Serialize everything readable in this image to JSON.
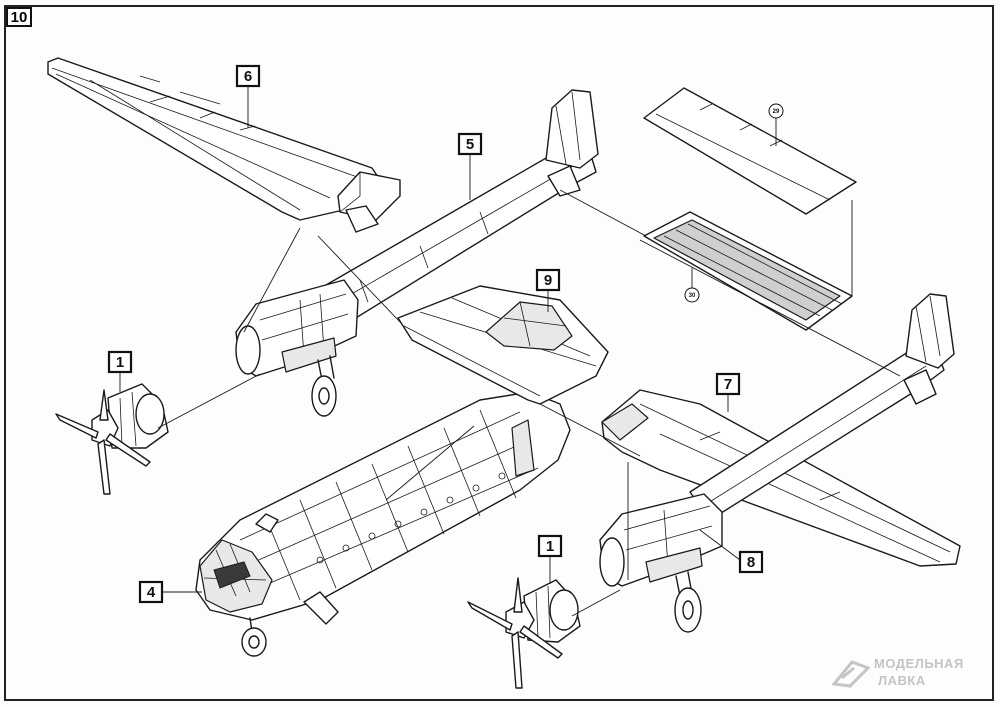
{
  "step_number": "10",
  "callouts": {
    "engine_left": "1",
    "engine_right": "1",
    "fuselage": "4",
    "boom_left": "5",
    "wing_left": "6",
    "wing_right": "7",
    "nacelle_right": "8",
    "center_section": "9",
    "part_29": "29",
    "part_30": "30"
  },
  "watermark": {
    "line1": "МОДЕЛЬНАЯ",
    "line2": "ЛАВКА"
  }
}
